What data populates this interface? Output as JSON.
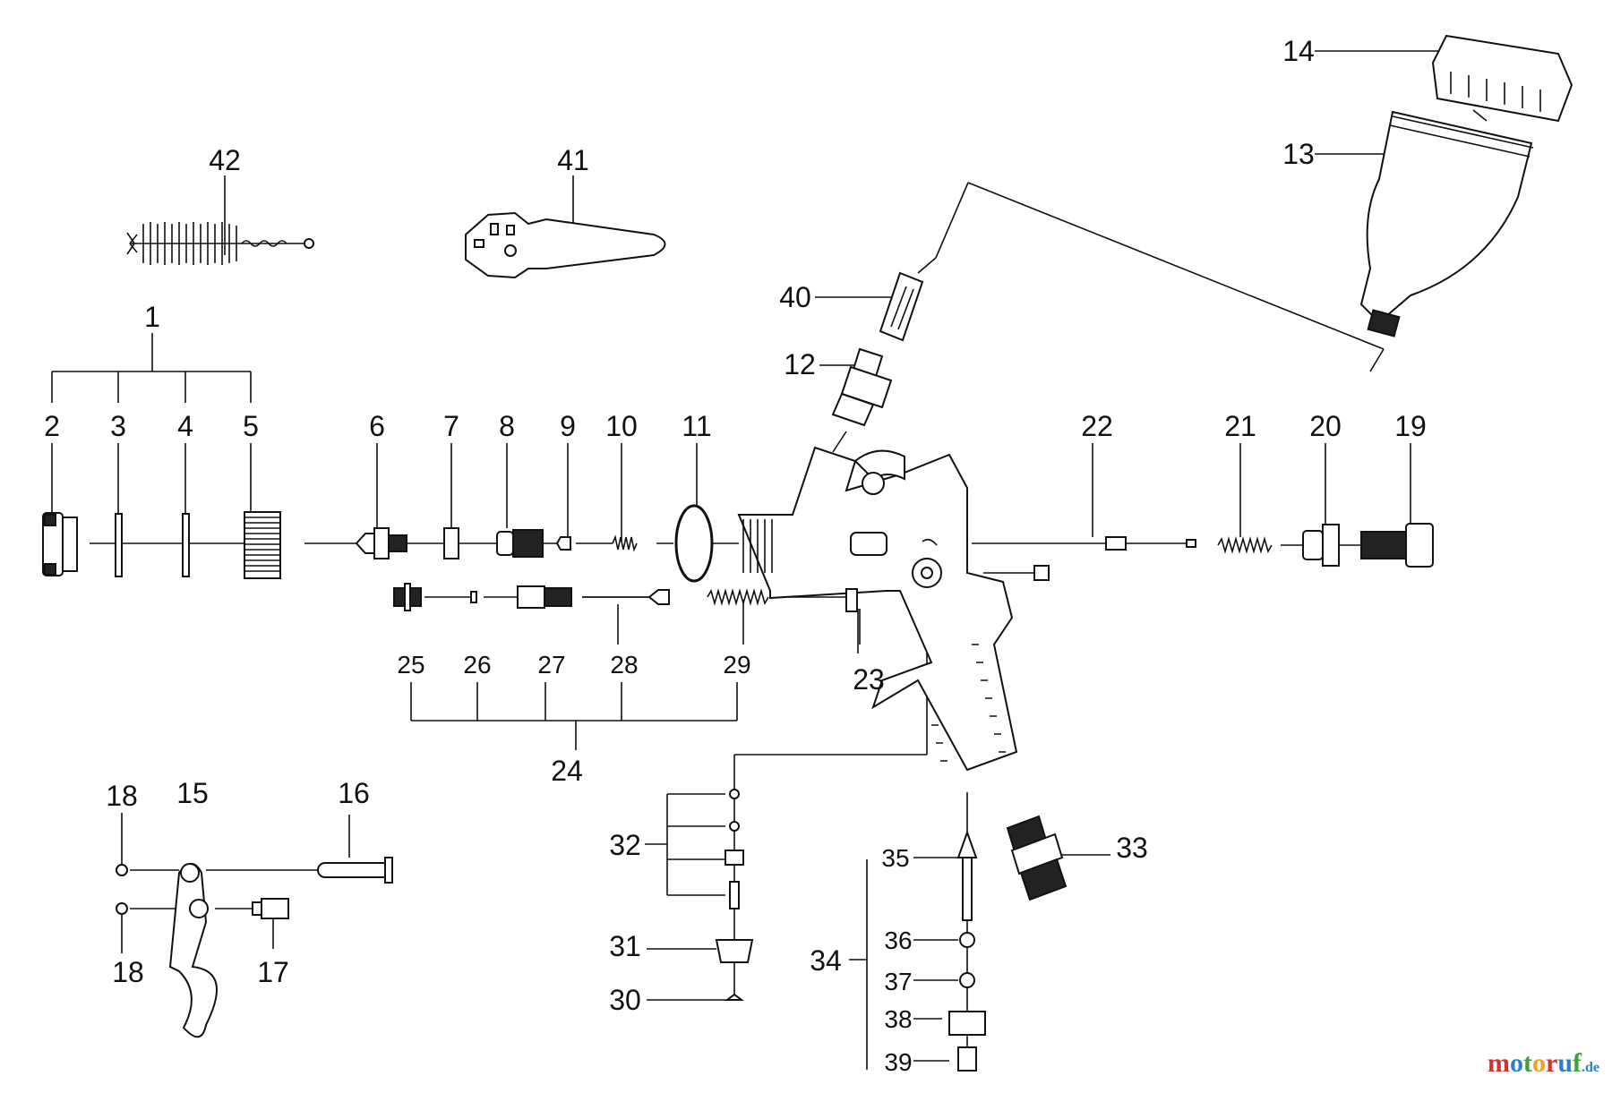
{
  "diagram": {
    "labels": {
      "p1": "1",
      "p2": "2",
      "p3": "3",
      "p4": "4",
      "p5": "5",
      "p6": "6",
      "p7": "7",
      "p8": "8",
      "p9": "9",
      "p10": "10",
      "p11": "11",
      "p12": "12",
      "p13": "13",
      "p14": "14",
      "p15": "15",
      "p16": "16",
      "p17": "17",
      "p18a": "18",
      "p18b": "18",
      "p19": "19",
      "p20": "20",
      "p21": "21",
      "p22": "22",
      "p23": "23",
      "p24": "24",
      "p25": "25",
      "p26": "26",
      "p27": "27",
      "p28": "28",
      "p29": "29",
      "p30": "30",
      "p31": "31",
      "p32": "32",
      "p33": "33",
      "p34": "34",
      "p35": "35",
      "p36": "36",
      "p37": "37",
      "p38": "38",
      "p39": "39",
      "p40": "40",
      "p41": "41",
      "p42": "42"
    }
  },
  "watermark": {
    "brand": "motoruf",
    "tld": ".de",
    "colors": [
      "#d0342c",
      "#2a7fd4",
      "#3aa33a",
      "#f0a020",
      "#d0342c",
      "#2a7fd4",
      "#3aa33a"
    ]
  }
}
